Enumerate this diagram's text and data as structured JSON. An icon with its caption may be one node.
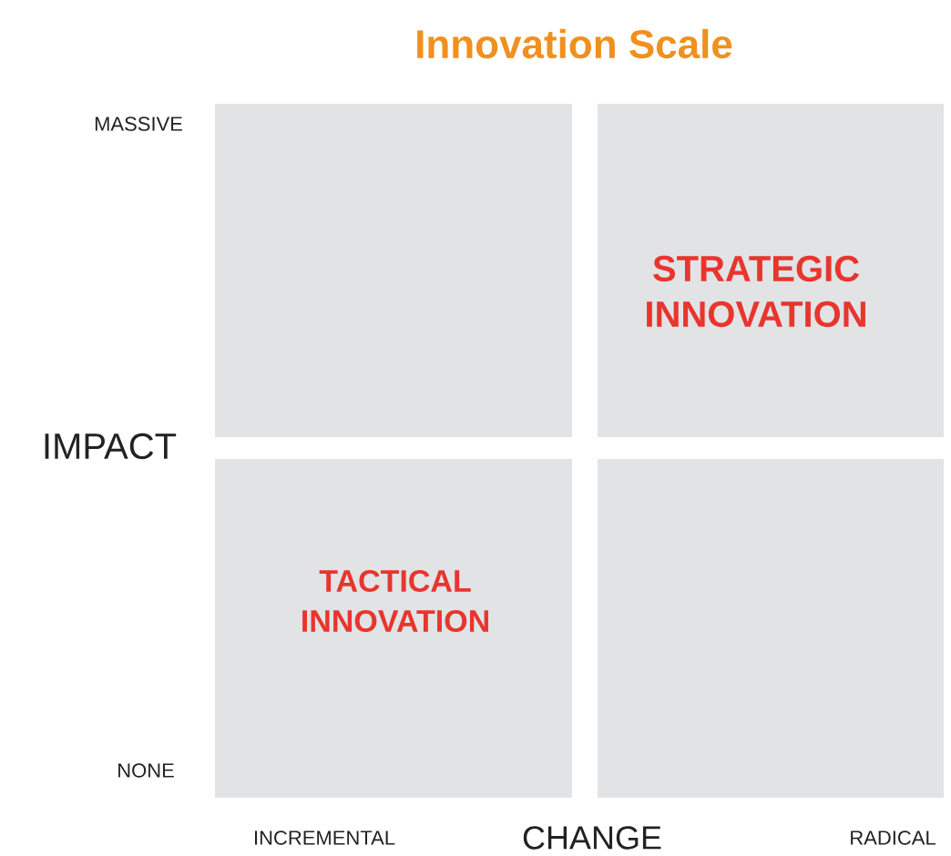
{
  "diagram": {
    "title": "Innovation Scale",
    "nodes": [
      {
        "text": [],
        "shape": "box"
      },
      {
        "text": [
          "STRATEGIC INNOVATION"
        ]
      },
      {
        "text": [
          "TACTICAL INNOVATION"
        ]
      },
      {
        "text": [],
        "shape": "box"
      }
    ],
    "labels": [
      "MASSIVE",
      "IMPACT",
      "NONE",
      "INCREMENTAL",
      "CHANGE",
      "RADICAL"
    ]
  }
}
